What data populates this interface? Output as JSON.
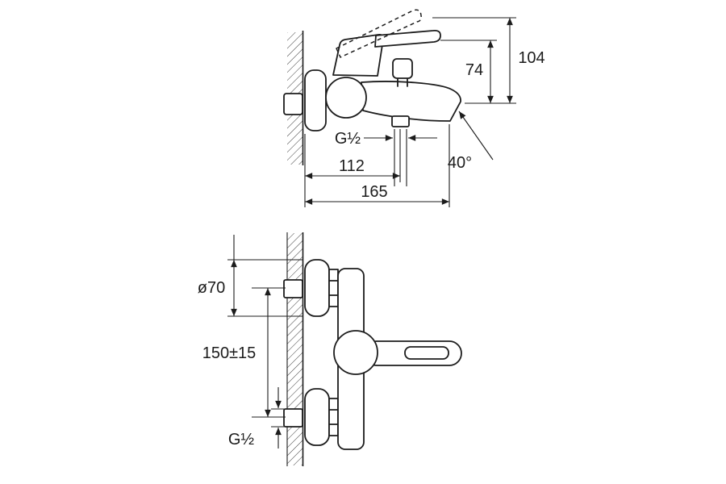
{
  "drawing": {
    "type": "faucet-installation-dimension-drawing",
    "background": "#ffffff",
    "line_color": "#1c1c1c",
    "side_view": {
      "dim_total_height": "104",
      "dim_spout_height": "74",
      "dim_outlet_thread": "G½",
      "dim_outlet_reach": "112",
      "dim_total_reach": "165",
      "dim_spout_angle": "40°"
    },
    "front_view": {
      "dim_escutcheon_diameter": "ø70",
      "dim_connection_distance": "150±15",
      "dim_inlet_thread": "G½"
    }
  }
}
